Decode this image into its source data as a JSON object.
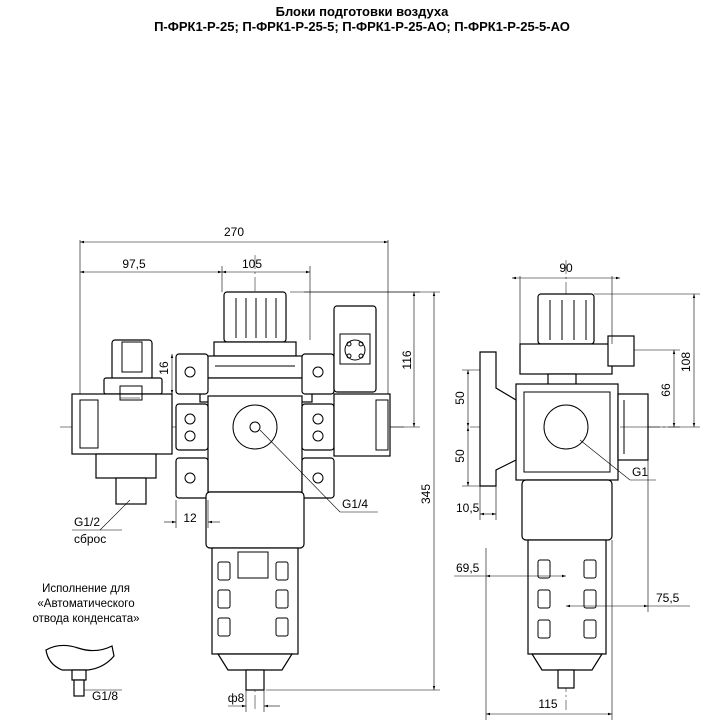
{
  "title": {
    "line1": "Блоки подготовки воздуха",
    "line2": "П-ФРК1-Р-25; П-ФРК1-Р-25-5; П-ФРК1-Р-25-АО; П-ФРК1-Р-25-5-АО"
  },
  "front_view": {
    "dims": {
      "overall_width": "270",
      "left_offset": "97,5",
      "center_width": "105",
      "gauge_height": "116",
      "small_16": "16",
      "flange_12": "12",
      "total_height": "345",
      "drain_dia": "ф8"
    },
    "labels": {
      "port_g12": "G1/2",
      "exhaust": "сброс",
      "port_g14": "G1/4"
    }
  },
  "side_view": {
    "dims": {
      "width_90": "90",
      "height_108": "108",
      "height_66": "66",
      "upper_50": "50",
      "lower_50": "50",
      "offset_105": "10,5",
      "offset_695": "69,5",
      "offset_755": "75,5",
      "base_115": "115"
    },
    "labels": {
      "port_g1": "G1"
    }
  },
  "auto_drain_note": {
    "line1": "Исполнение для",
    "line2": "«Автоматического",
    "line3": "отвода конденсата»",
    "port": "G1/8"
  }
}
